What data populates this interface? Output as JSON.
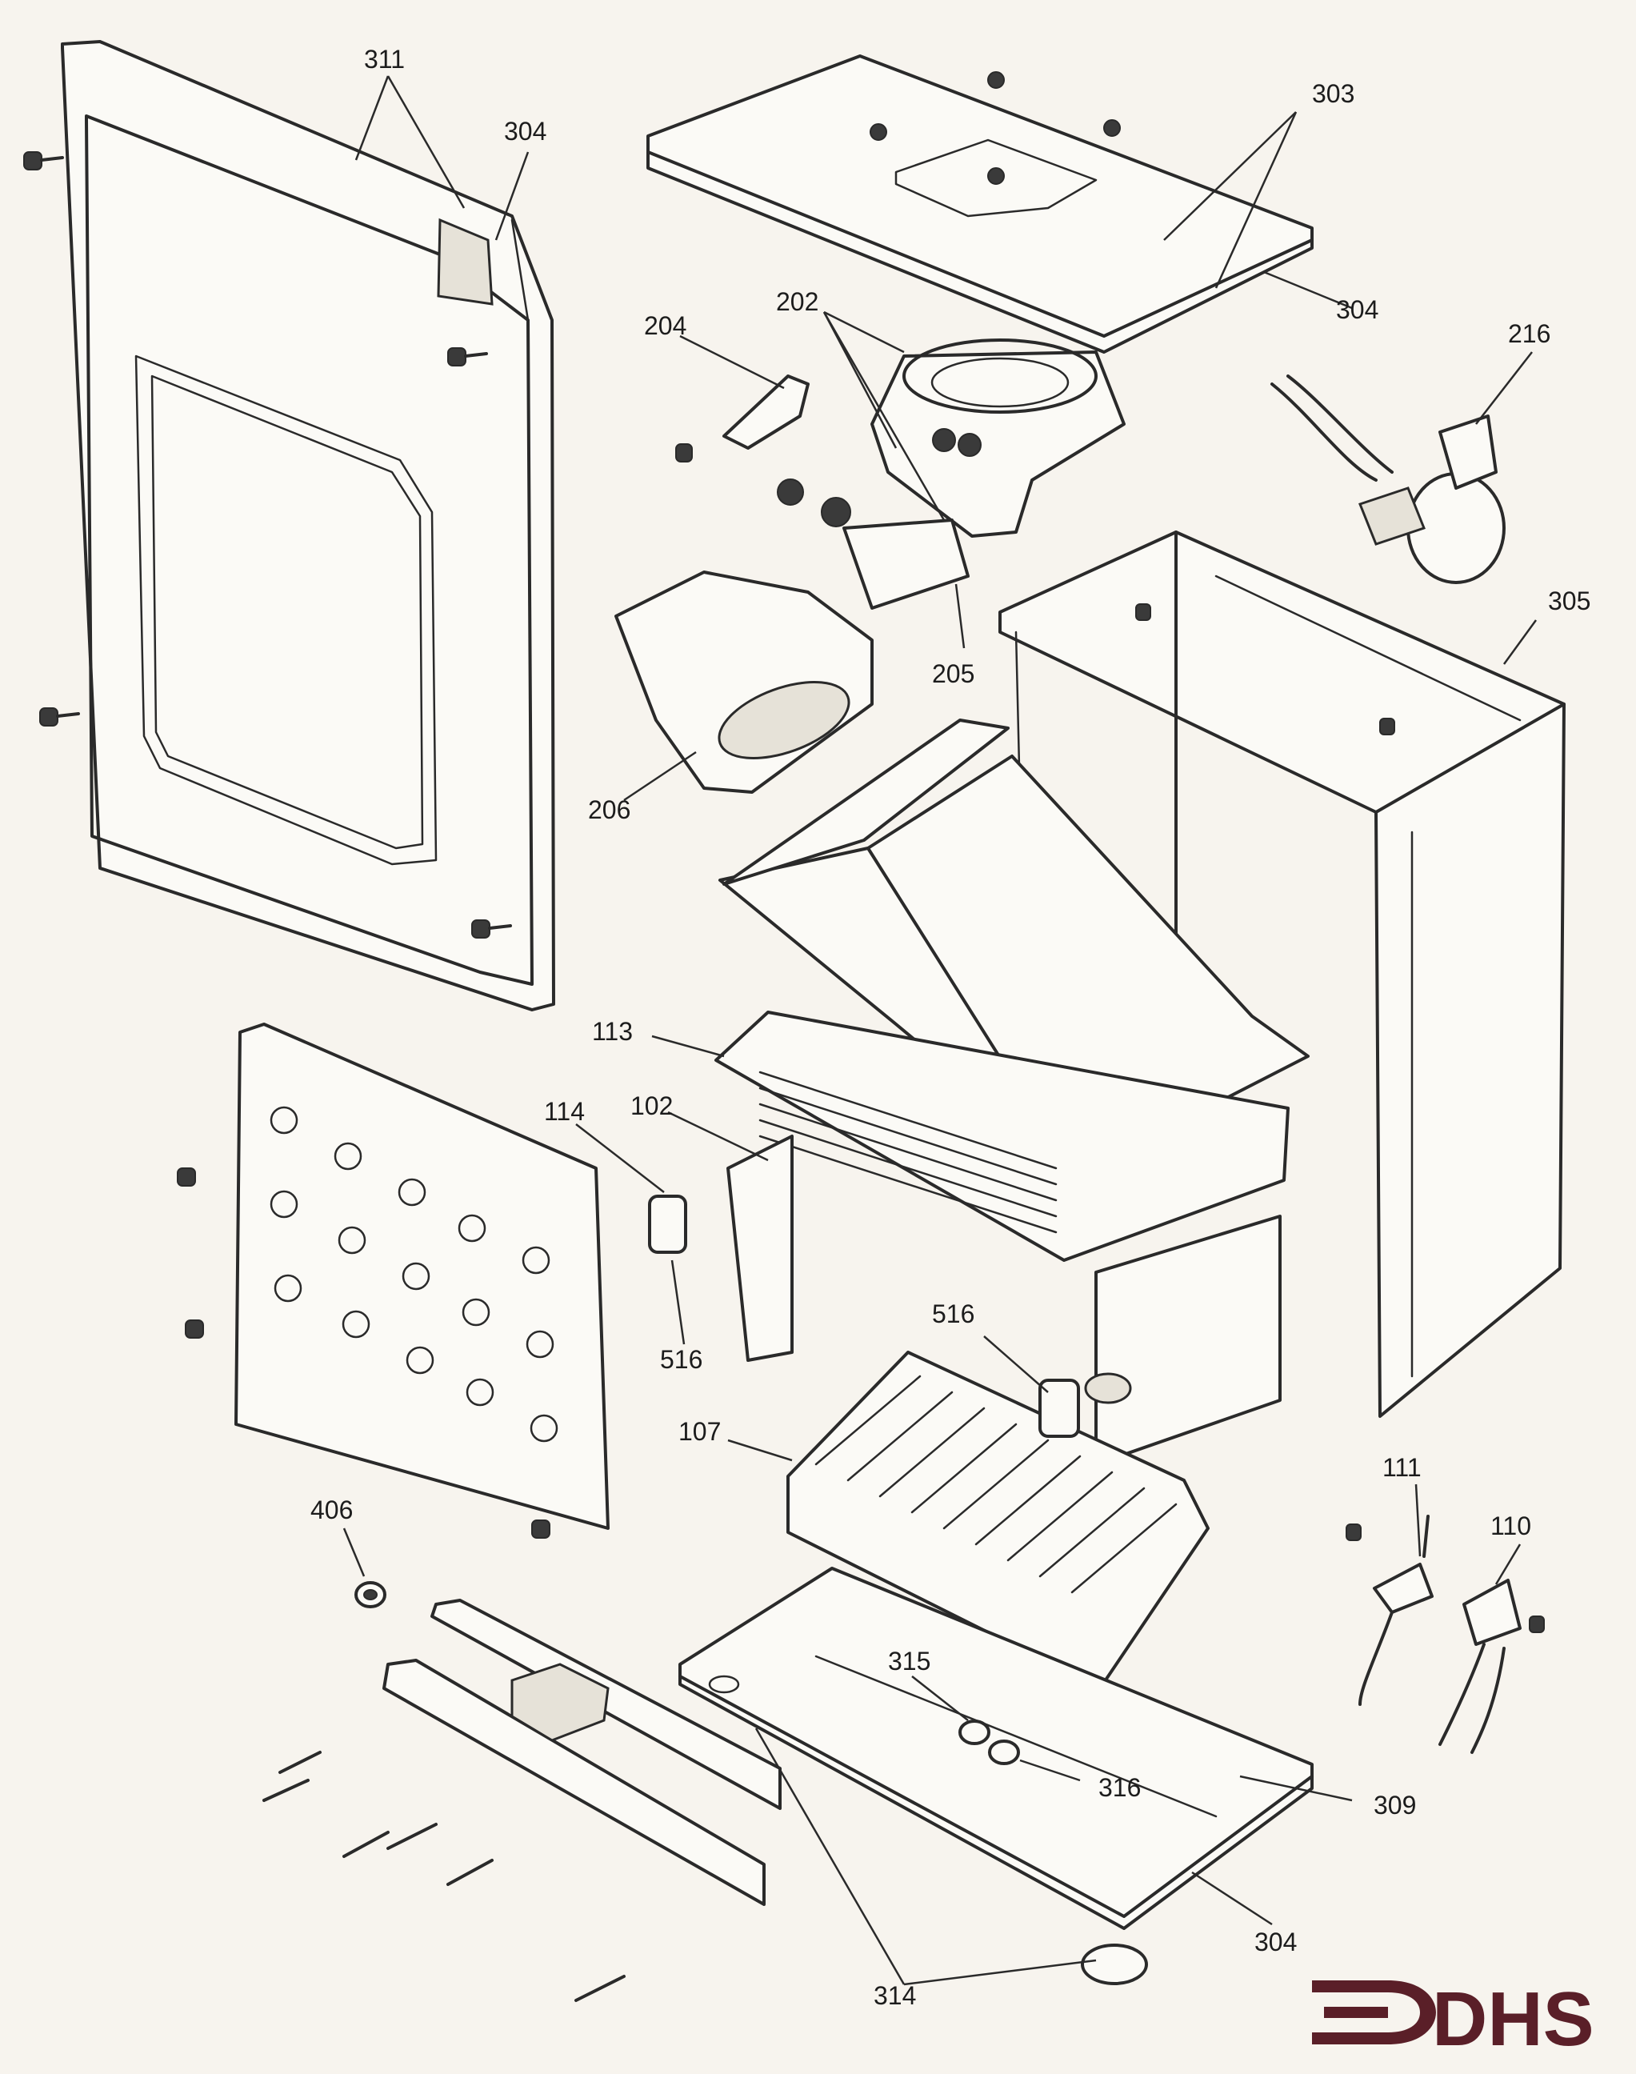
{
  "diagram": {
    "part_labels": {
      "p311": "311",
      "p304_top": "304",
      "p303": "303",
      "p304_lid": "304",
      "p202": "202",
      "p204": "204",
      "p216": "216",
      "p305": "305",
      "p205": "205",
      "p206": "206",
      "p113": "113",
      "p102": "102",
      "p114": "114",
      "p516_left": "516",
      "p516_mid": "516",
      "p107": "107",
      "p111": "111",
      "p110": "110",
      "p406": "406",
      "p315": "315",
      "p316": "316",
      "p309": "309",
      "p304_base": "304",
      "p314": "314"
    },
    "logo": {
      "text": "DHS",
      "color": "#5a1f28"
    },
    "colors": {
      "background": "#f7f4ee",
      "line": "#2a2a2a"
    }
  }
}
